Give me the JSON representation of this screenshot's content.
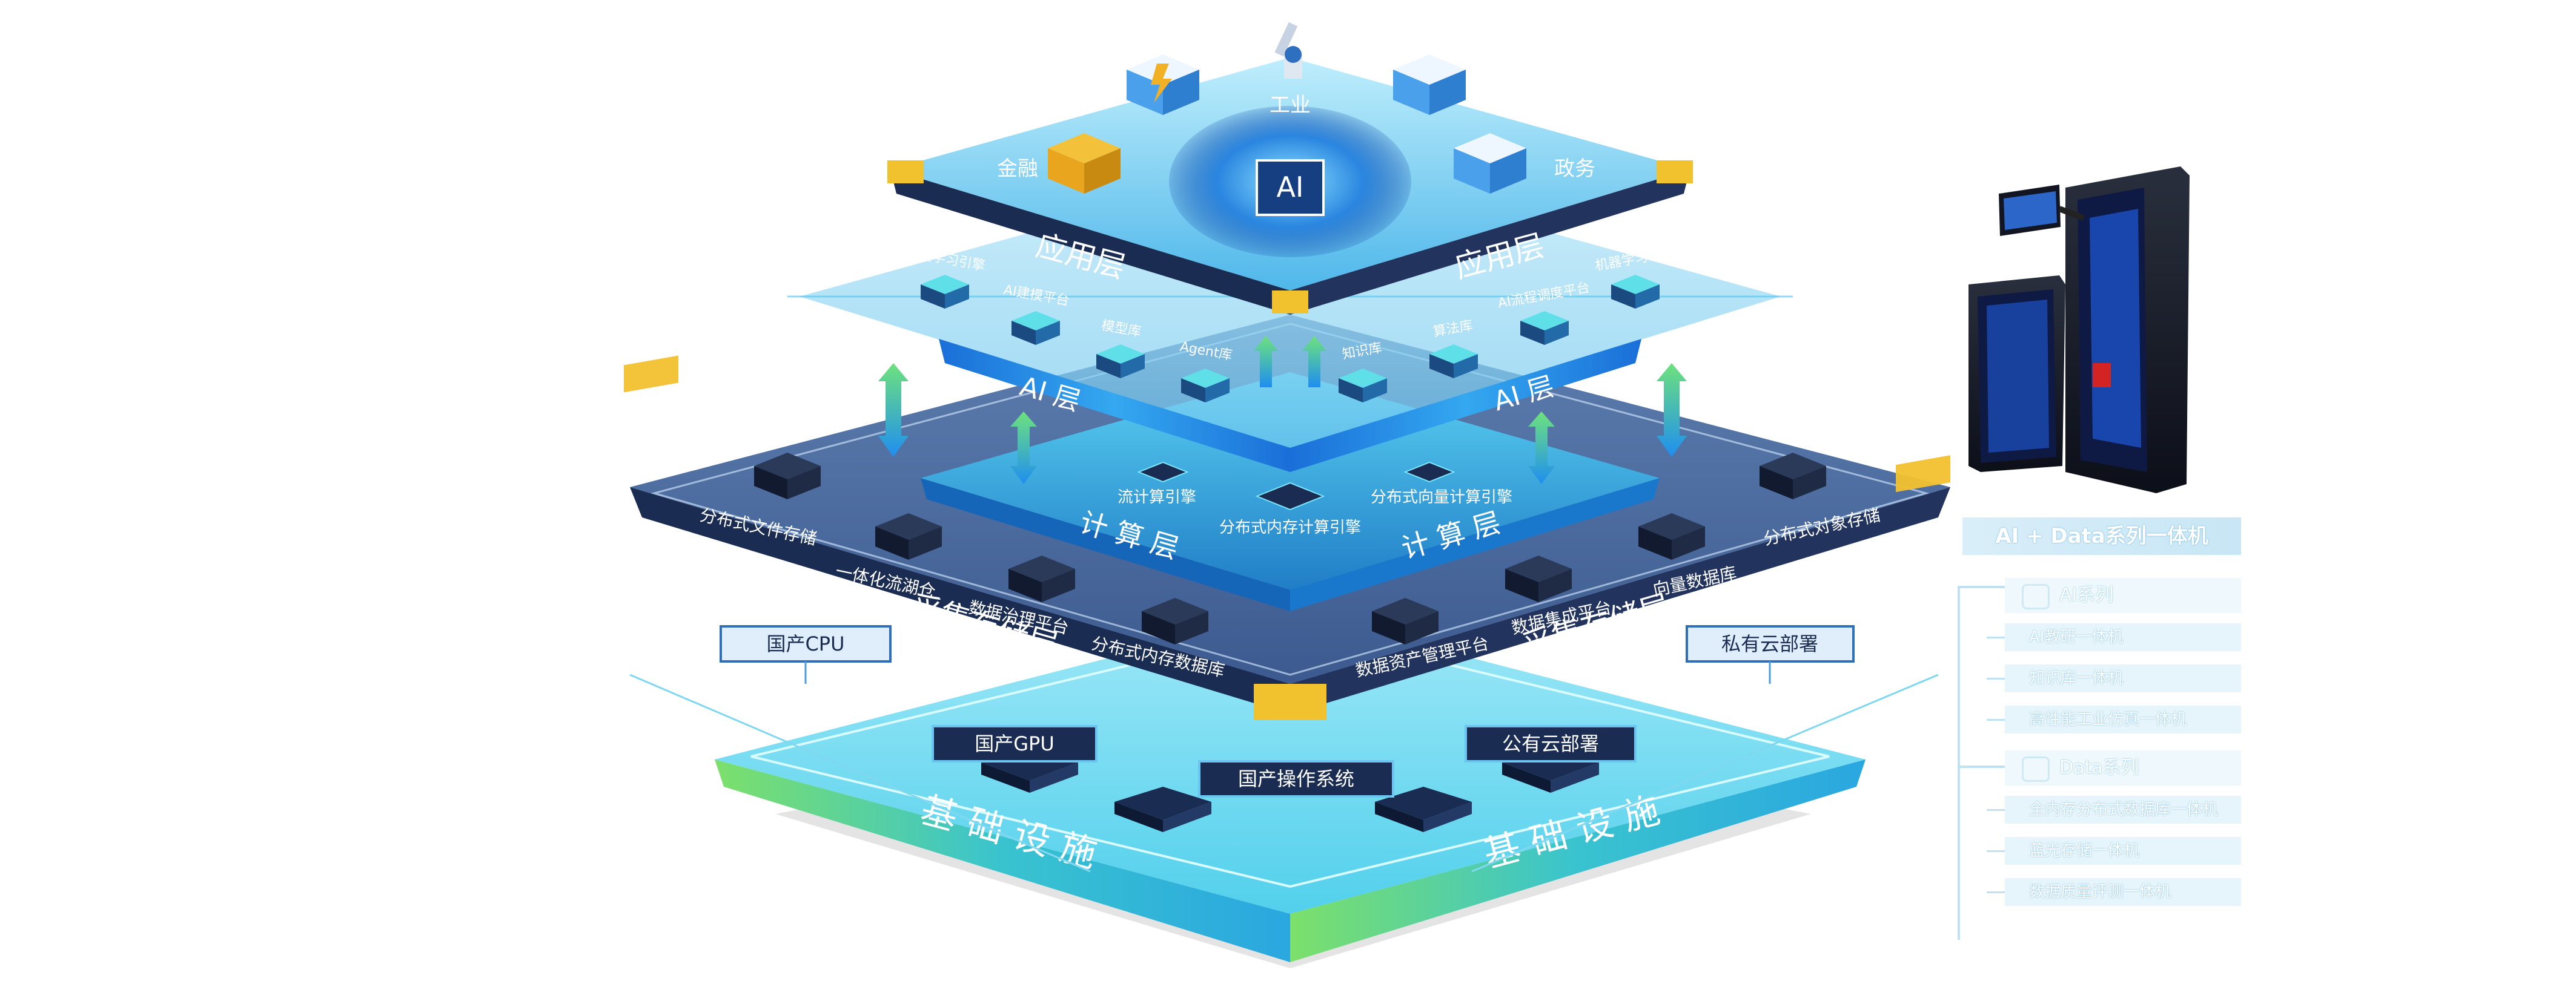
{
  "layers": {
    "application": "应用层",
    "ai": "AI 层",
    "compute": "计 算 层",
    "storage": "采集存储层",
    "infra": "基 础 设 施"
  },
  "application_items": {
    "industry": "工业",
    "finance": "金融",
    "government": "政务",
    "chip": "AI"
  },
  "ai_items": [
    "深度学习引擎",
    "AI建模平台",
    "模型库",
    "Agent库",
    "知识库",
    "算法库",
    "AI流程调度平台",
    "机器学习引擎"
  ],
  "compute_items": [
    "流计算引擎",
    "分布式内存计算引擎",
    "分布式向量计算引擎"
  ],
  "storage_items": [
    "分布式文件存储",
    "一体化流湖仓",
    "数据治理平台",
    "分布式内存数据库",
    "数据资产管理平台",
    "数据集成平台",
    "向量数据库",
    "分布式对象存储"
  ],
  "infra_items": {
    "cpu": "国产CPU",
    "gpu": "国产GPU",
    "os": "国产操作系统",
    "public_cloud": "公有云部署",
    "private_cloud": "私有云部署"
  },
  "panel": {
    "title": "AI + Data系列一体机",
    "ai_series": "AI系列",
    "ai_items": [
      "AI教研一体机",
      "知识库一体机",
      "高性能工业仿真一体机"
    ],
    "data_series": "Data系列",
    "data_items": [
      "全内存分布式数据库一体机",
      "蓝光存储一体机",
      "数据质量评测一体机"
    ]
  },
  "colors": {
    "dark_navy": "#1b2c52",
    "sky": "#4ec3f0",
    "cyan": "#2fb8e8",
    "green": "#5fd67a",
    "gold": "#f2c12e"
  }
}
